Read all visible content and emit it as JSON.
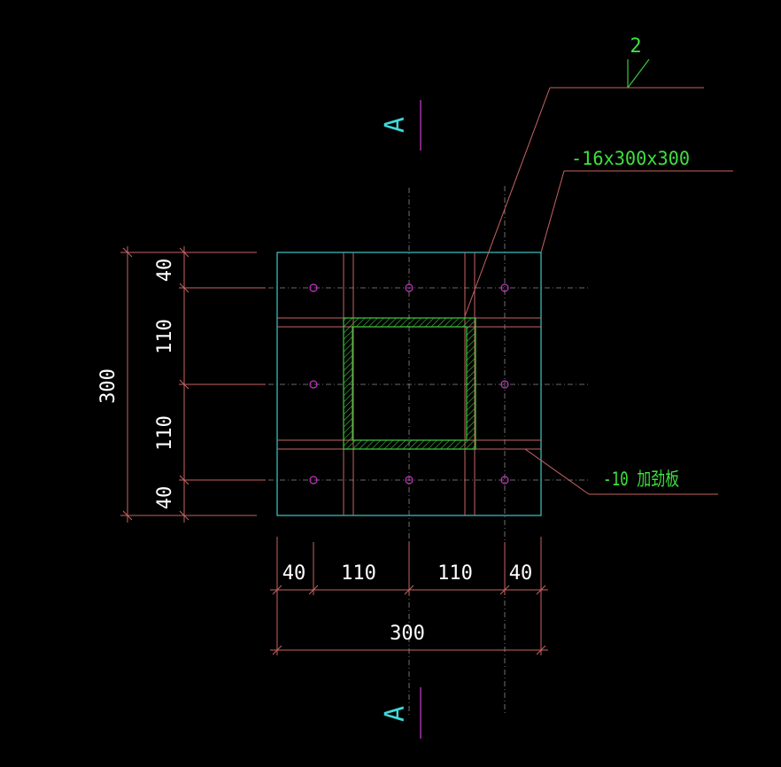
{
  "drawing": {
    "section_mark": "A",
    "weld_symbol_number": "2",
    "plate_callout": "-16x300x300",
    "stiffener_callout": "-10 加劲板",
    "bottom_dims": [
      "40",
      "110",
      "110",
      "40"
    ],
    "bottom_total": "300",
    "left_dims": [
      "40",
      "110",
      "110",
      "40"
    ],
    "left_total": "300"
  },
  "colors": {
    "background": "#000000",
    "plate_outline": "#40c8c8",
    "dimension": "#c86464",
    "stiffener": "#c86464",
    "tube": "#3ec83e",
    "centerline": "#8c8c8c",
    "bolt": "#c832c8",
    "text_white": "#ffffff",
    "text_green": "#3ee03e",
    "text_cyan": "#40d8d8",
    "section_line": "#d040d0",
    "leader": "#c86464"
  }
}
